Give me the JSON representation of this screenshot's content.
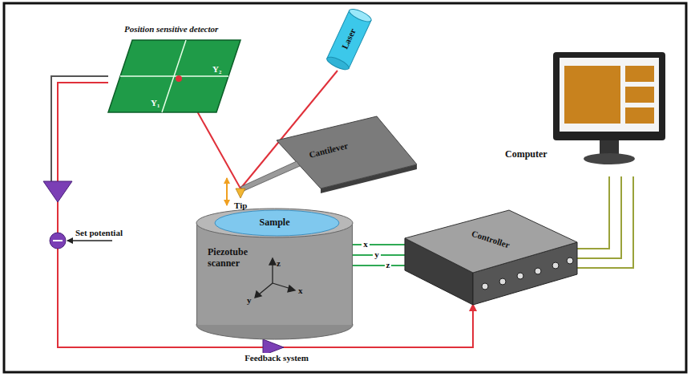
{
  "diagram": {
    "nodes": [
      {
        "text": [
          "Position sensitive detector"
        ]
      },
      {
        "text": [
          "Laser"
        ]
      },
      {
        "text": [
          "Cantilever"
        ]
      },
      {
        "text": [
          "Piezotube scanner"
        ]
      },
      {
        "text": [
          "Sample"
        ],
        "in": 3
      },
      {
        "text": [
          "Controller"
        ]
      },
      {
        "text": [
          "Computer"
        ]
      }
    ],
    "edges": [
      {
        "from": 1,
        "to": 2,
        "arrow": "none"
      },
      {
        "from": 2,
        "to": 0,
        "arrow": "none"
      },
      {
        "from": 0,
        "to": 5,
        "label": "Feedback system",
        "arrow": "to"
      },
      {
        "from": 5,
        "to": 3,
        "label": "x",
        "arrow": "none"
      },
      {
        "from": 5,
        "to": 3,
        "label": "y",
        "arrow": "none"
      },
      {
        "from": 5,
        "to": 3,
        "label": "z",
        "arrow": "none"
      },
      {
        "from": 5,
        "to": 6,
        "arrow": "none"
      },
      {
        "from": 5,
        "to": 6,
        "arrow": "none"
      },
      {
        "from": 5,
        "to": 6,
        "arrow": "none"
      }
    ],
    "labels": [
      "Y₂",
      "Y₁",
      "Tip",
      "Set potential",
      "z",
      "x",
      "y"
    ]
  }
}
